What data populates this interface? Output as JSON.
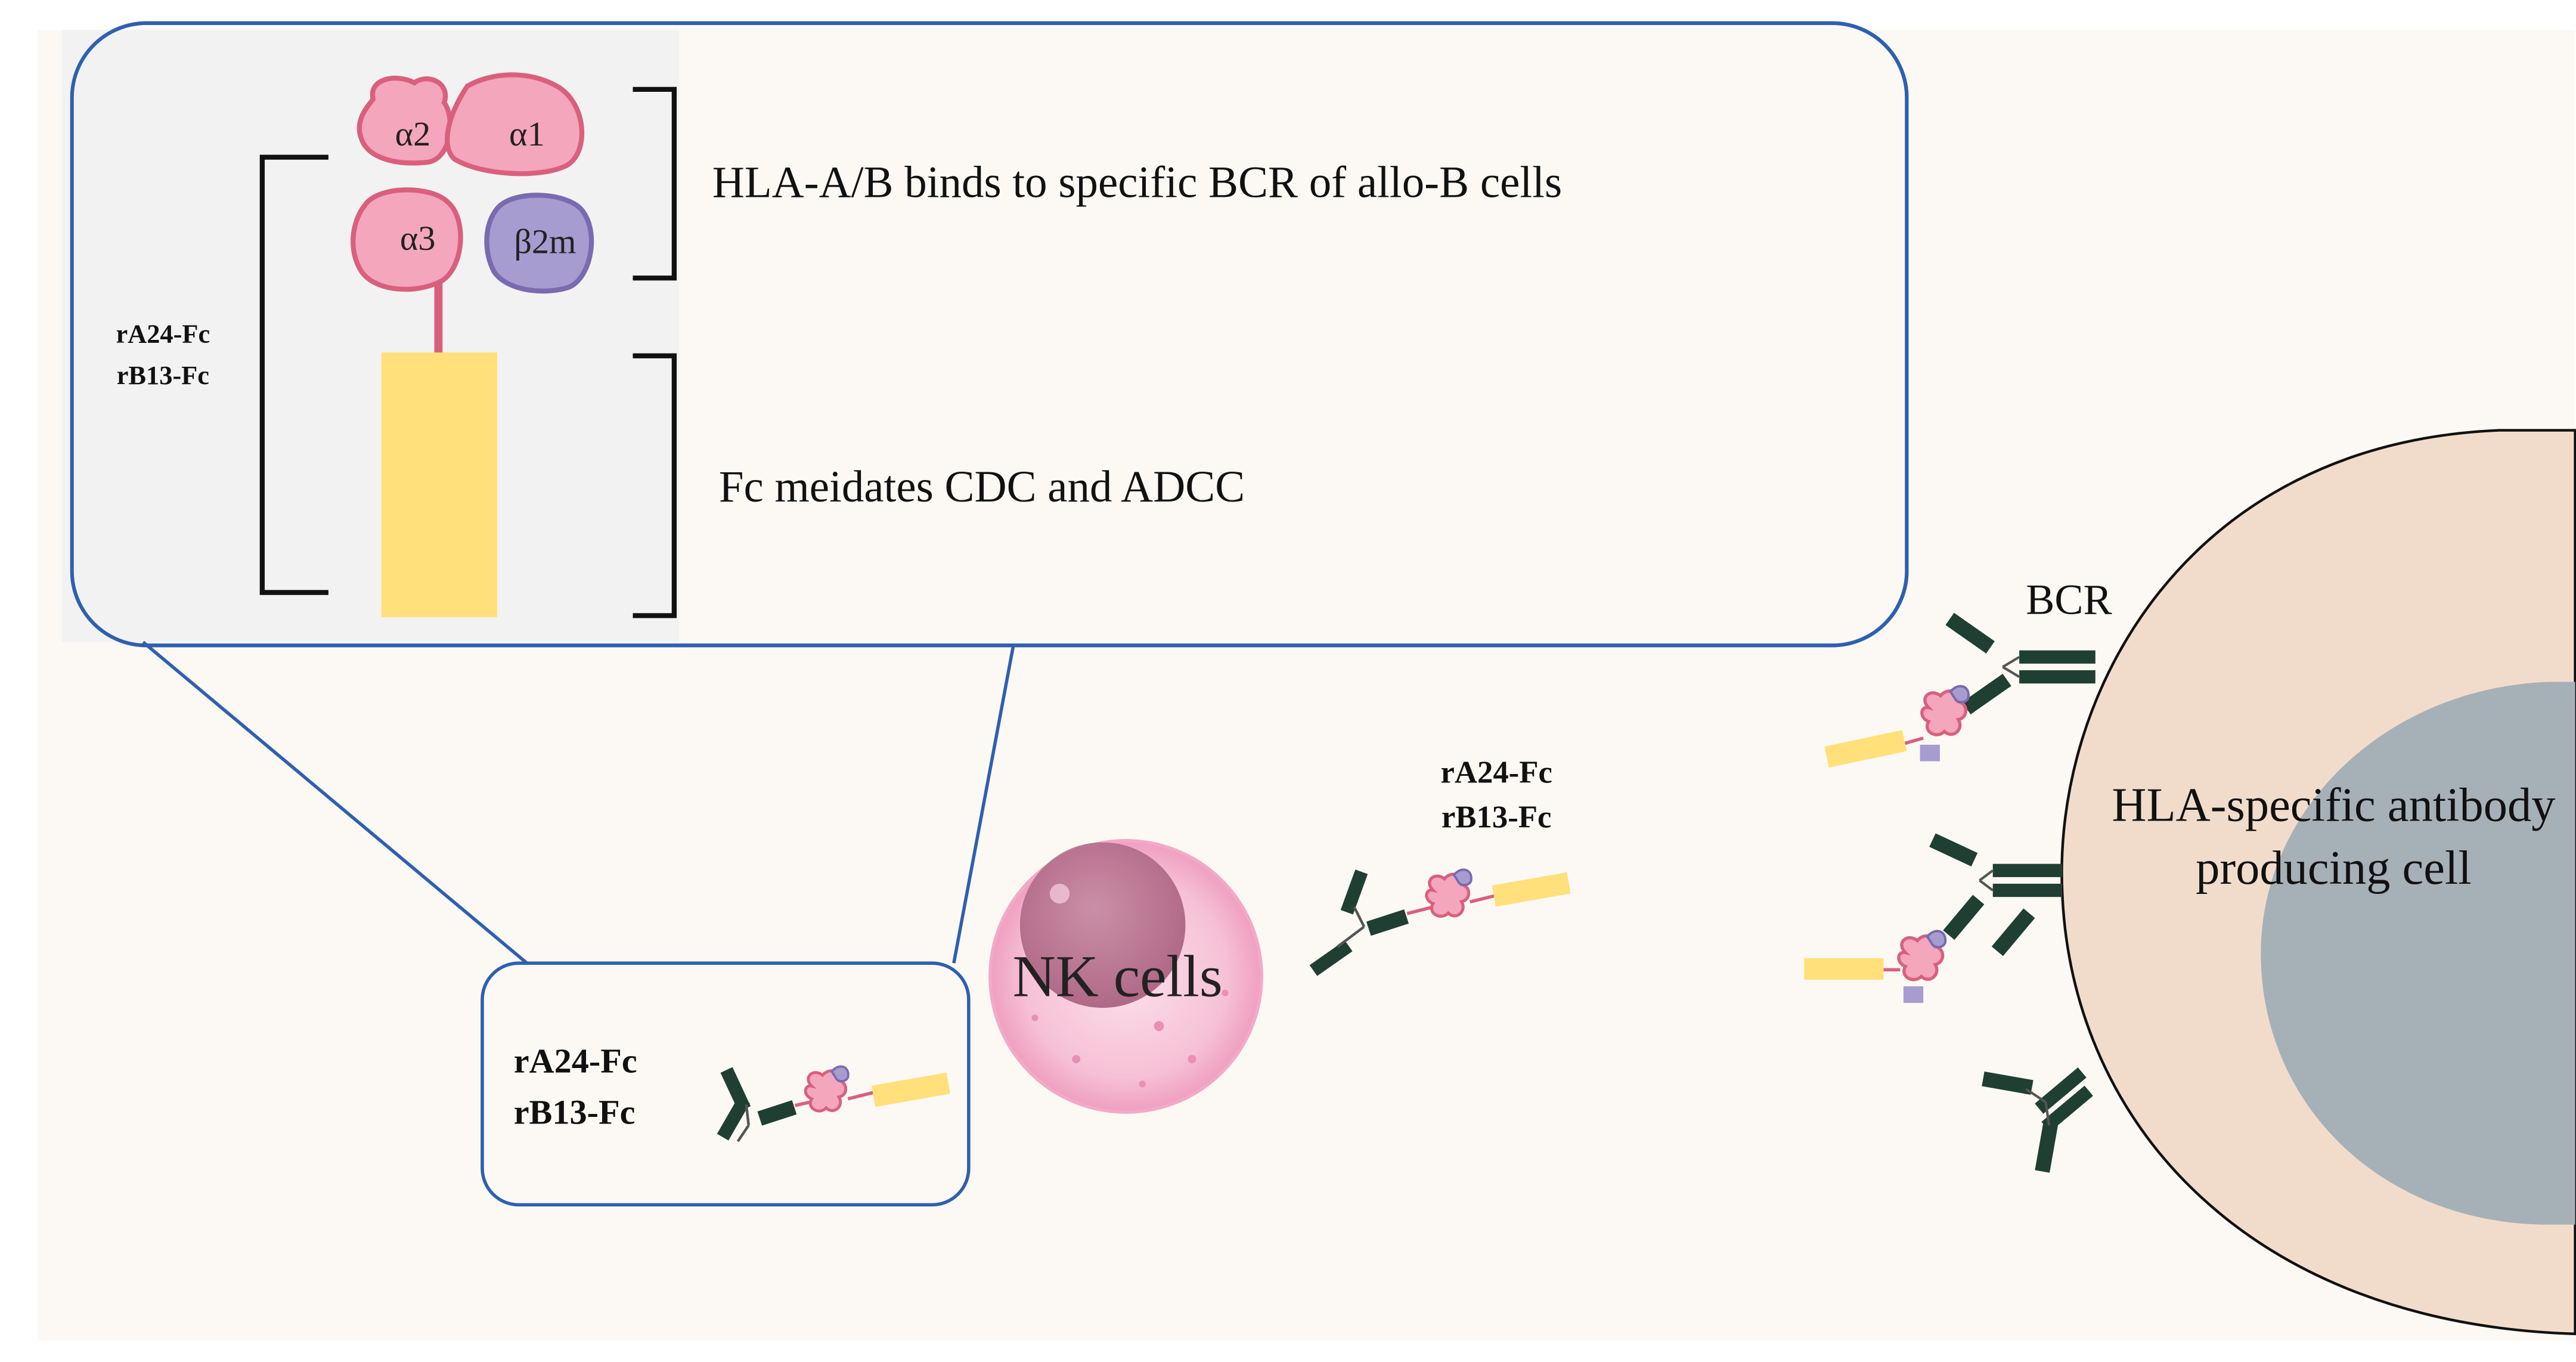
{
  "molecule_label": [
    "rA24-Fc",
    "rB13-Fc"
  ],
  "domains": {
    "alpha1": "α1",
    "alpha2": "α2",
    "alpha3": "α3",
    "beta2m": "β2m"
  },
  "annotations": {
    "hla_binding": "HLA-A/B binds to specific BCR of allo-B cells",
    "fc_function": "Fc meidates CDC and ADCC"
  },
  "cells": {
    "nk": "NK cells",
    "b_cell_line1": "HLA-specific antibody",
    "b_cell_line2": "producing cell",
    "receptor": "BCR"
  },
  "colors": {
    "background": "#fcf9f4",
    "panel_fill": "#f2f2f2",
    "callout_border": "#2e5fb0",
    "hla_pink": "#f4a6bd",
    "hla_outline": "#d9607d",
    "b2m_purple": "#a79cd0",
    "fc_yellow": "#ffe07a",
    "bcr_green": "#1f3f33",
    "cell_outer": "#f1dccb",
    "cell_nucleus": "#a6b1b7",
    "nk_pink": "#f7c5d9"
  }
}
